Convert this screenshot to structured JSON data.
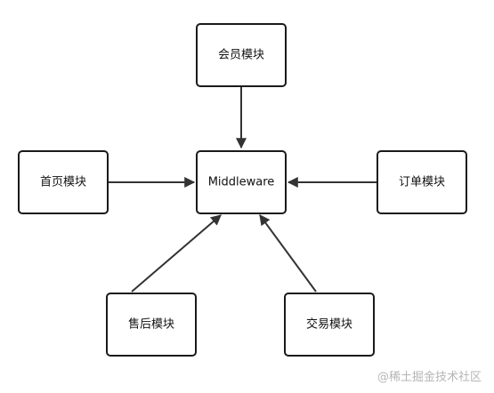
{
  "diagram": {
    "nodes": {
      "member": "会员模块",
      "middleware": "Middleware",
      "home": "首页模块",
      "order": "订单模块",
      "aftersale": "售后模块",
      "trade": "交易模块"
    }
  },
  "watermark": "@稀土掘金技术社区",
  "colors": {
    "node_border": "#1a1a1a",
    "arrow": "#333333",
    "watermark": "#b5b5b5",
    "background": "#ffffff"
  }
}
